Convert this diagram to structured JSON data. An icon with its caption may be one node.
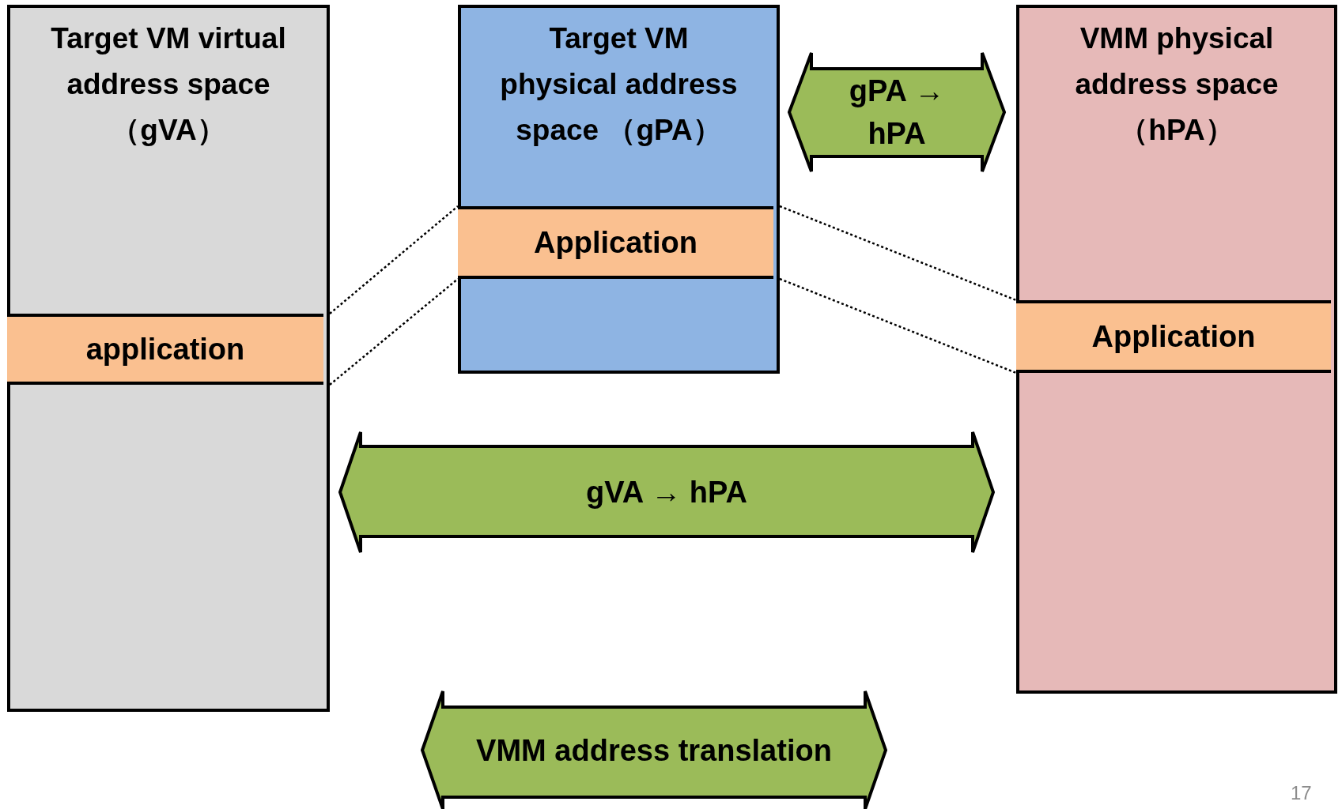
{
  "diagram": {
    "nodes": [
      {
        "text": [
          "Target VM virtual address space （gVA）"
        ]
      },
      {
        "text": [
          "application"
        ],
        "in": 0
      },
      {
        "text": [
          "Target VM physical address space （gPA）"
        ]
      },
      {
        "text": [
          "Application"
        ],
        "in": 2
      },
      {
        "text": [
          "VMM physical address space （hPA）"
        ]
      },
      {
        "text": [
          "Application"
        ],
        "in": 4
      },
      {
        "text": [
          "gPA → hPA"
        ]
      },
      {
        "text": [
          "gVA → hPA"
        ]
      },
      {
        "text": [
          "VMM address translation"
        ]
      }
    ],
    "edges": [
      {
        "from": 1,
        "to": 3,
        "arrow": "none",
        "style": "dashed"
      },
      {
        "from": 1,
        "to": 3,
        "arrow": "none",
        "style": "dashed"
      },
      {
        "from": 3,
        "to": 5,
        "arrow": "none",
        "style": "dashed"
      },
      {
        "from": 3,
        "to": 5,
        "arrow": "none",
        "style": "dashed"
      }
    ],
    "labels": [
      "17"
    ]
  }
}
